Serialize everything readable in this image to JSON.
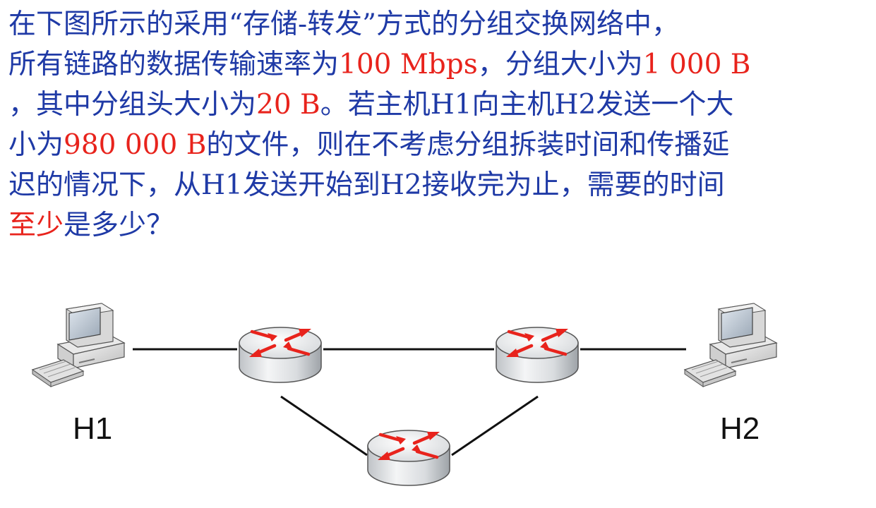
{
  "question": {
    "lines": [
      [
        {
          "t": "在下图所示的采用“存储-转发”方式的分组交换网络中，",
          "c": "b"
        }
      ],
      [
        {
          "t": "所有链路的数据传输速率为",
          "c": "b"
        },
        {
          "t": "100 Mbps",
          "c": "r"
        },
        {
          "t": "，分组大小为",
          "c": "b"
        },
        {
          "t": "1 000 B",
          "c": "r"
        }
      ],
      [
        {
          "t": "，其中分组头大小为",
          "c": "b"
        },
        {
          "t": "20 B",
          "c": "r"
        },
        {
          "t": "。若主机H1向主机H2发送一个大",
          "c": "b"
        }
      ],
      [
        {
          "t": "小为",
          "c": "b"
        },
        {
          "t": "980 000 B",
          "c": "r"
        },
        {
          "t": "的文件，则在不考虑分组拆装时间和传播延",
          "c": "b"
        }
      ],
      [
        {
          "t": "迟的情况下，从H1发送开始到H2接收完为止，需要的时间",
          "c": "b"
        }
      ],
      [
        {
          "t": "至少",
          "c": "r"
        },
        {
          "t": "是多少？",
          "c": "b"
        }
      ]
    ]
  },
  "diagram": {
    "hosts": [
      {
        "id": "H1",
        "label": "H1"
      },
      {
        "id": "H2",
        "label": "H2"
      }
    ],
    "routers": [
      {
        "id": "R1"
      },
      {
        "id": "R2"
      },
      {
        "id": "R3"
      }
    ],
    "links": [
      {
        "from": "H1",
        "to": "R1"
      },
      {
        "from": "R1",
        "to": "R2"
      },
      {
        "from": "R2",
        "to": "H2"
      },
      {
        "from": "R1",
        "to": "R3"
      },
      {
        "from": "R3",
        "to": "R2"
      }
    ],
    "colors": {
      "text": "#1f3aa6",
      "highlight": "#e8231c",
      "arrow": "#e8231c"
    }
  }
}
